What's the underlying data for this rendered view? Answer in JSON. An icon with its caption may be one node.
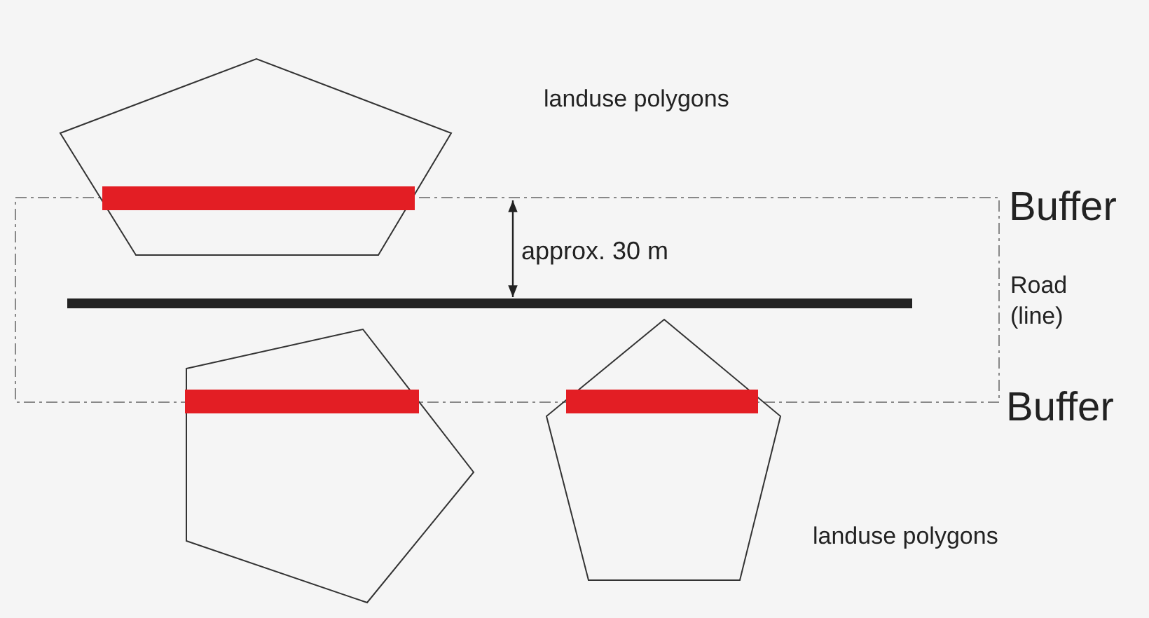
{
  "diagram": {
    "labels": [
      "landuse polygons",
      "Buffer",
      "approx. 30 m",
      "Road (line)",
      "Buffer",
      "landuse polygons"
    ]
  }
}
